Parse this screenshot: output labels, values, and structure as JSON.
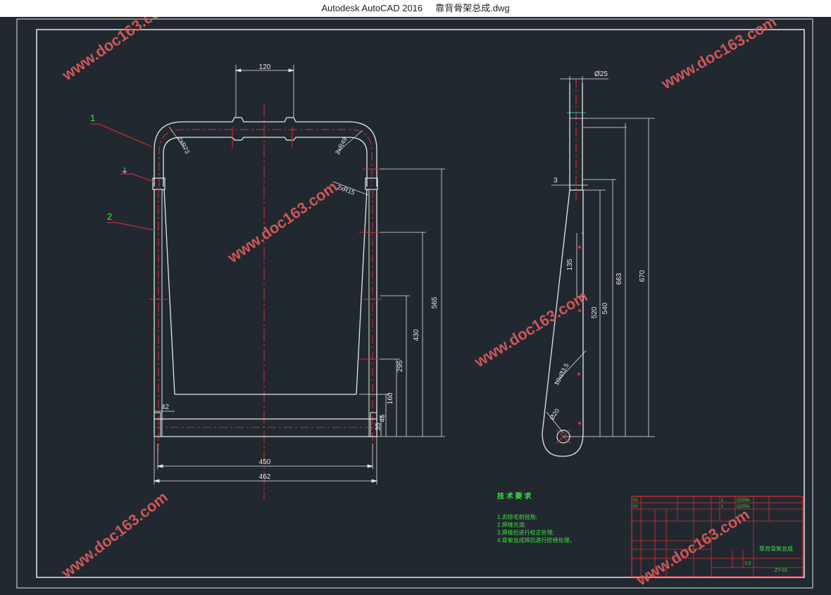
{
  "window": {
    "app": "Autodesk AutoCAD 2016",
    "file": "靠背骨架总成.dwg"
  },
  "drawing": {
    "dims_front": {
      "top_width": "120",
      "r73": "2xR73",
      "r49": "2xR49",
      "r15": "2xR15",
      "d565": "565",
      "d430": "430",
      "d295": "295",
      "d160": "160",
      "d45": "45",
      "d35": "35",
      "d42": "42",
      "w450": "450",
      "w462": "462"
    },
    "dims_side": {
      "phi25": "Ø25",
      "d3": "3",
      "d135": "135",
      "d520": "520",
      "d540": "540",
      "d663": "663",
      "d670": "670",
      "hole": "10xØ3.5",
      "phi20": "Ø20"
    },
    "balloons": [
      "1",
      "2"
    ],
    "tech_requirements": {
      "title": "技 术 要 求",
      "items": [
        "1.去除毛刺锐角;",
        "2.焊缝光滑;",
        "3.焊接后进行校正处理;",
        "4.骨架总成焊后进行防锈处理。"
      ]
    },
    "title_block": {
      "name": "靠背骨架总成",
      "code": "ZY-01",
      "scale": "1:2",
      "row1": [
        "01",
        "1",
        "Q235A"
      ],
      "row2": [
        "01",
        "1",
        "Q235A"
      ]
    },
    "watermark": "www.doc163.com"
  },
  "colors": {
    "outline": "#e8e8e8",
    "center": "#e03030",
    "dim": "#e8e8e8",
    "leader": "#e03030",
    "green": "#40e040",
    "frame": "#e8e8e8",
    "title_red": "#e03030"
  }
}
